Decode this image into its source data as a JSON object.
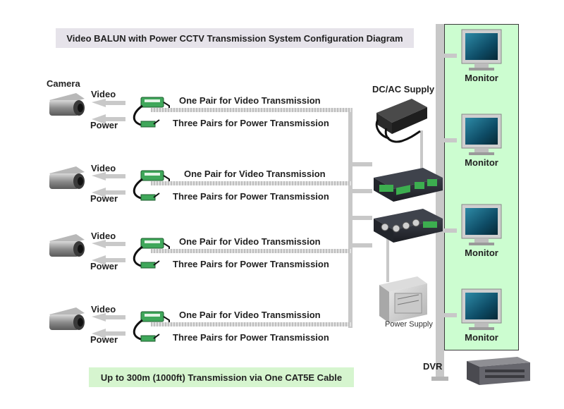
{
  "title": "Video BALUN with Power CCTV Transmission System Configuration Diagram",
  "footer": "Up to 300m (1000ft) Transmission via One CAT5E Cable",
  "camera_label": "Camera",
  "dc_supply_label": "DC/AC Supply",
  "power_supply_label": "Power Supply",
  "dvr_label": "DVR",
  "rows": [
    {
      "video": "Video",
      "power": "Power",
      "video_pair": "One Pair for Video Transmission",
      "power_pairs": "Three Pairs for Power Transmission"
    },
    {
      "video": "Video",
      "power": "Power",
      "video_pair": "One Pair for Video Transmission",
      "power_pairs": "Three Pairs for Power Transmission"
    },
    {
      "video": "Video",
      "power": "Power",
      "video_pair": "One Pair for Video Transmission",
      "power_pairs": "Three Pairs for Power Transmission"
    },
    {
      "video": "Video",
      "power": "Power",
      "video_pair": "One Pair for Video Transmission",
      "power_pairs": "Three Pairs for Power Transmission"
    }
  ],
  "monitors": [
    "Monitor",
    "Monitor",
    "Monitor",
    "Monitor"
  ],
  "colors": {
    "monitor_panel": "#ccfdd0",
    "footer_bg": "#d6f5cf",
    "title_bg": "#e6e3ea",
    "cable": "#c8c8c8",
    "balun": "#3fa75a"
  }
}
